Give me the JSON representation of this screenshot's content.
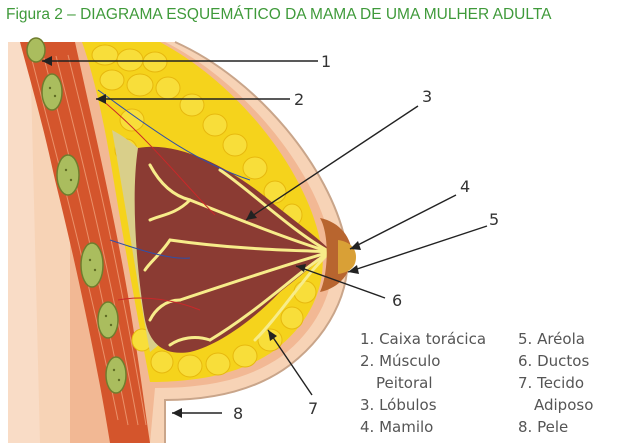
{
  "title": "Figura 2 – DIAGRAMA ESQUEMÁTICO DA MAMA DE UMA MULHER ADULTA",
  "callouts": [
    "1",
    "2",
    "3",
    "4",
    "5",
    "6",
    "7",
    "8"
  ],
  "legend": {
    "col1": [
      {
        "line1": "1. Caixa torácica"
      },
      {
        "line1": "2. Músculo",
        "line2": "Peitoral"
      },
      {
        "line1": "3. Lóbulos"
      },
      {
        "line1": "4. Mamilo"
      }
    ],
    "col2": [
      {
        "line1": "5. Aréola"
      },
      {
        "line1": "6. Ductos"
      },
      {
        "line1": "7. Tecido",
        "line2": "Adiposo"
      },
      {
        "line1": "8. Pele"
      }
    ]
  },
  "colors": {
    "title": "#3f9a3a",
    "skin": "#f5c9a8",
    "muscle": "#d2502a",
    "ribs": "#a6b85a",
    "fat": "#f4d218",
    "lobules": "#8b3a32",
    "ducts": "#f7ec8a",
    "areola": "#b5622f"
  }
}
